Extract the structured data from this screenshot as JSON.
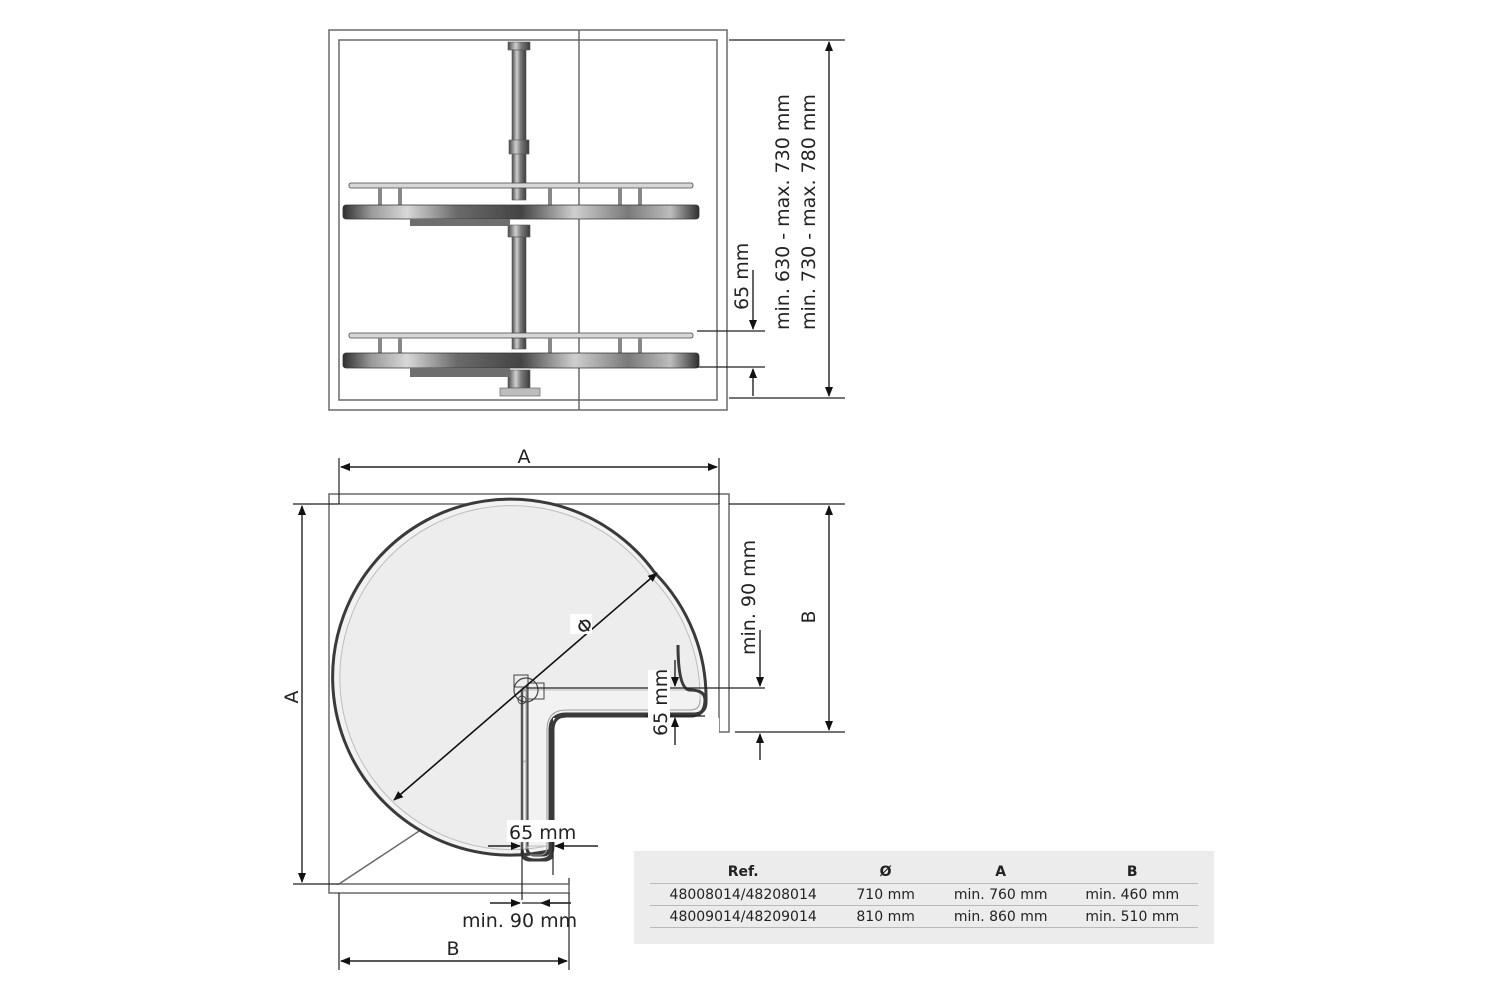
{
  "side_view": {
    "height_range_1": "min. 630 - max. 730 mm",
    "height_range_2": "min. 730 - max. 780 mm",
    "shelf_spacing": "65 mm"
  },
  "top_view": {
    "width_label_top": "A",
    "width_label_left": "A",
    "width_label_bottom": "B",
    "depth_label_right": "B",
    "diameter_symbol": "Φ",
    "clearance_vertical": "min. 90 mm",
    "clearance_horizontal": "min. 90 mm",
    "gap_vertical": "65 mm",
    "gap_horizontal": "65 mm"
  },
  "spec_table": {
    "headers": [
      "Ref.",
      "Ø",
      "A",
      "B"
    ],
    "rows": [
      [
        "48008014/48208014",
        "710 mm",
        "min. 760 mm",
        "min. 460 mm"
      ],
      [
        "48009014/48209014",
        "810 mm",
        "min. 860 mm",
        "min. 510 mm"
      ]
    ]
  }
}
